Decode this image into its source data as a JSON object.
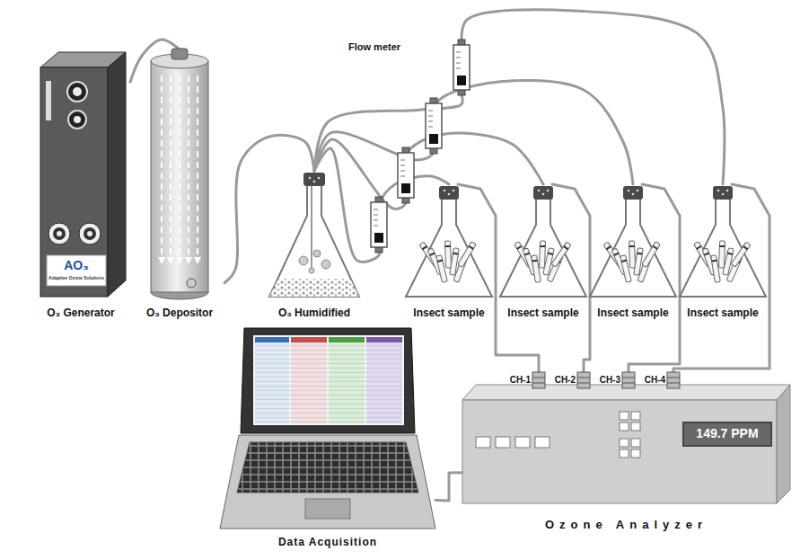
{
  "diagram": {
    "nodes": [
      {
        "text": [
          "O₃ Generator"
        ]
      },
      {
        "text": [
          "O₃ Depositor"
        ]
      },
      {
        "text": [
          "O₃ Humidified"
        ]
      },
      {
        "text": [
          "Flow meter"
        ]
      },
      {
        "text": [
          "Insect sample"
        ]
      },
      {
        "text": [
          "Insect sample"
        ]
      },
      {
        "text": [
          "Insect sample"
        ]
      },
      {
        "text": [
          "Insect sample"
        ]
      },
      {
        "text": [
          "Ozone Analyzer"
        ]
      },
      {
        "text": [
          "149.7 PPM"
        ],
        "in": 8
      },
      {
        "text": [
          "Data Acquisition"
        ]
      }
    ],
    "edges": [
      {
        "from": 0,
        "to": 1,
        "arrow": "none"
      },
      {
        "from": 1,
        "to": 2,
        "arrow": "none"
      },
      {
        "from": 2,
        "to": 4,
        "arrow": "none"
      },
      {
        "from": 2,
        "to": 5,
        "arrow": "none"
      },
      {
        "from": 2,
        "to": 6,
        "arrow": "none"
      },
      {
        "from": 2,
        "to": 3,
        "arrow": "none"
      },
      {
        "from": 3,
        "to": 7,
        "arrow": "none"
      },
      {
        "from": 4,
        "to": 8,
        "arrow": "none"
      },
      {
        "from": 5,
        "to": 8,
        "arrow": "none"
      },
      {
        "from": 6,
        "to": 8,
        "arrow": "none"
      },
      {
        "from": 7,
        "to": 8,
        "arrow": "none"
      },
      {
        "from": 10,
        "to": 8,
        "arrow": "none"
      }
    ],
    "labels": [
      "AO₃",
      "Adaptive Ozone Solutions",
      "CH-1",
      "CH-2",
      "CH-3",
      "CH-4"
    ]
  }
}
